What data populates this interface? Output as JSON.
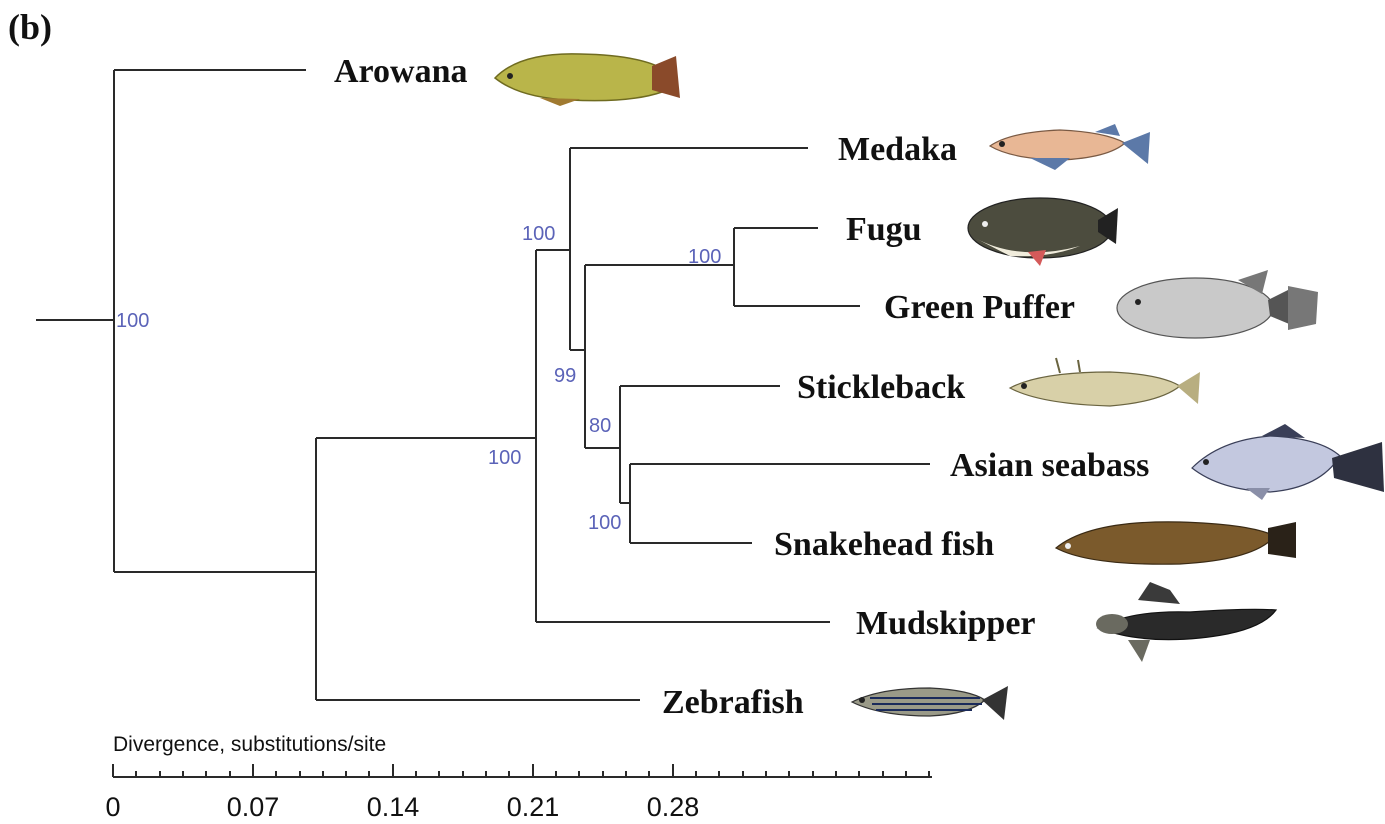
{
  "panel_label": "(b)",
  "taxa": {
    "arowana": "Arowana",
    "medaka": "Medaka",
    "fugu": "Fugu",
    "green_puffer": "Green Puffer",
    "stickleback": "Stickleback",
    "asian_seabass": "Asian seabass",
    "snakehead": "Snakehead fish",
    "mudskipper": "Mudskipper",
    "zebrafish": "Zebrafish"
  },
  "support_values": {
    "root": "100",
    "percomorph_clade": "100",
    "medaka_node": "100",
    "puffer_node": "100",
    "node_99": "99",
    "node_80": "80",
    "seabass_snakehead": "100"
  },
  "axis": {
    "title": "Divergence, substitutions/site",
    "ticks": [
      "0",
      "0.07",
      "0.14",
      "0.21",
      "0.28"
    ]
  },
  "colors": {
    "branch": "#2a2a2a",
    "support_text": "#5b63b8"
  },
  "fish_icons": [
    "arowana-fish-icon",
    "medaka-fish-icon",
    "fugu-fish-icon",
    "green-puffer-fish-icon",
    "stickleback-fish-icon",
    "asian-seabass-fish-icon",
    "snakehead-fish-icon",
    "mudskipper-fish-icon",
    "zebrafish-fish-icon"
  ]
}
